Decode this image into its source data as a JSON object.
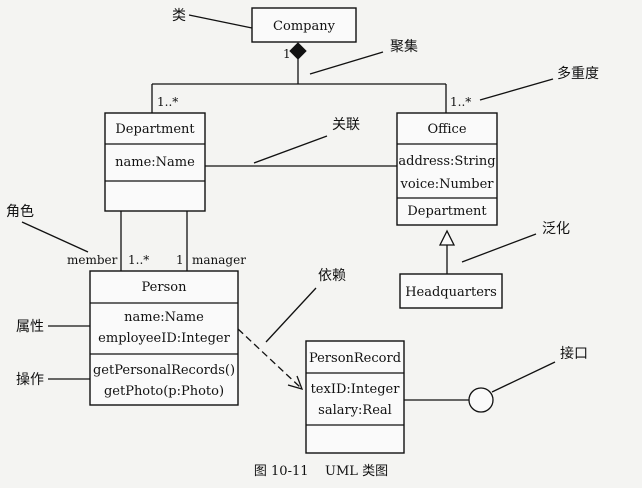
{
  "classes": {
    "company": {
      "name": "Company"
    },
    "department": {
      "name": "Department",
      "attributes": [
        "name:Name"
      ]
    },
    "office": {
      "name": "Office",
      "attributes": [
        "address:String",
        "voice:Number"
      ],
      "operations": [
        "Department"
      ]
    },
    "headquarters": {
      "name": "Headquarters"
    },
    "person": {
      "name": "Person",
      "attributes": [
        "name:Name",
        "employeeID:Integer"
      ],
      "operations": [
        "getPersonalRecords()",
        "getPhoto(p:Photo)"
      ]
    },
    "personrecord": {
      "name": "PersonRecord",
      "attributes": [
        "texID:Integer",
        "salary:Real"
      ]
    }
  },
  "multiplicities": {
    "company_end": "1",
    "department_end": "1..*",
    "office_end": "1..*",
    "member_role": "member",
    "member_mult": "1..*",
    "manager_mult": "1",
    "manager_role": "manager"
  },
  "annotations": {
    "class": "类",
    "aggregation": "聚集",
    "multiplicity": "多重度",
    "association": "关联",
    "role": "角色",
    "generalization": "泛化",
    "dependency": "依赖",
    "attribute": "属性",
    "operation": "操作",
    "interface": "接口"
  },
  "caption": "图 10-11    UML 类图"
}
